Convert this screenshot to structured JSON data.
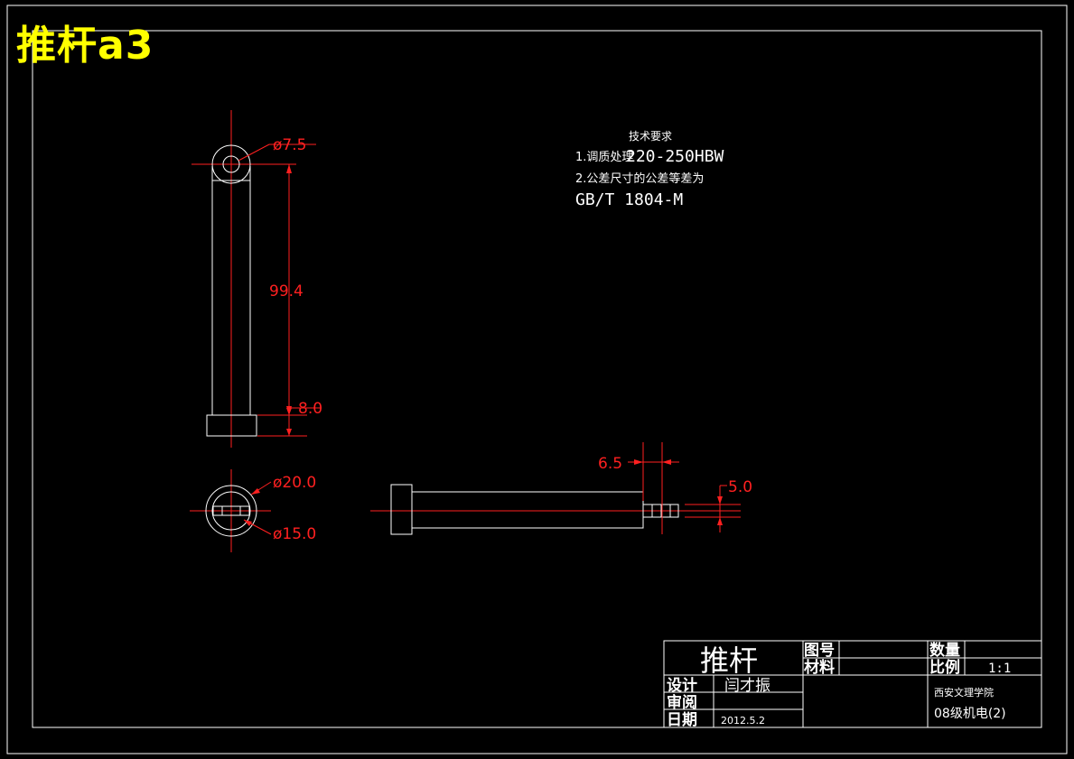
{
  "header": {
    "title": "推杆a3"
  },
  "tech_requirements": {
    "heading": "技术要求",
    "line1_prefix": "1.调质处理",
    "line1_value": "220-250HBW",
    "line2": "2.公差尺寸的公差等差为",
    "line3": "GB/T 1804-M"
  },
  "dimensions": {
    "d_top_hole": "ø7.5",
    "length": "99.4",
    "head_height": "8.0",
    "d_outer": "ø20.0",
    "d_inner": "ø15.0",
    "step_len": "6.5",
    "pin_d": "5.0"
  },
  "title_block": {
    "part_name": "推杆",
    "drawing_no_label": "图号",
    "material_label": "材料",
    "quantity_label": "数量",
    "scale_label": "比例",
    "scale_value": "1:1",
    "designer_label": "设计",
    "designer_name": "闫才振",
    "reviewer_label": "审阅",
    "date_label": "日期",
    "date_value": "2012.5.2",
    "school": "西安文理学院",
    "class_name": "08级机电(2)"
  },
  "colors": {
    "outline": "#ffffff",
    "dimension": "#ff2020",
    "title": "#ffff00",
    "background": "#000000"
  }
}
